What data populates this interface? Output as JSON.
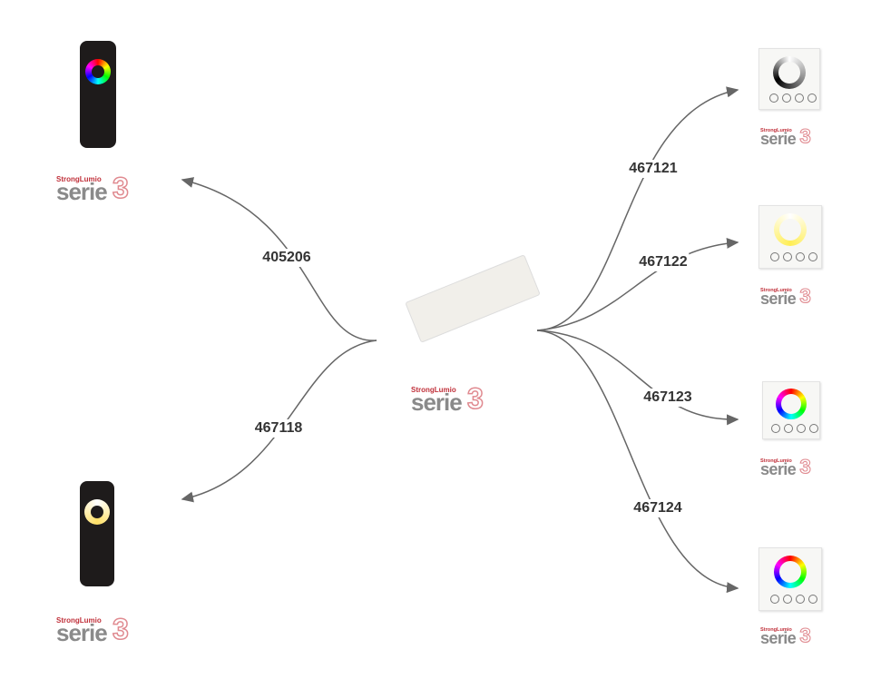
{
  "logo": {
    "brand": "StrongLumio",
    "series": "serie",
    "number": "3"
  },
  "center": {
    "name": "controller"
  },
  "links": [
    {
      "label": "405206",
      "target": "rgb-remote"
    },
    {
      "label": "467118",
      "target": "cct-remote"
    },
    {
      "label": "467121",
      "target": "dim-panel"
    },
    {
      "label": "467122",
      "target": "cct-panel"
    },
    {
      "label": "467123",
      "target": "rgb-panel"
    },
    {
      "label": "467124",
      "target": "rgbw-panel"
    }
  ],
  "colors": {
    "arrow": "#666666",
    "logo_red": "#c0303a",
    "logo_grey": "#8a8a8a"
  }
}
